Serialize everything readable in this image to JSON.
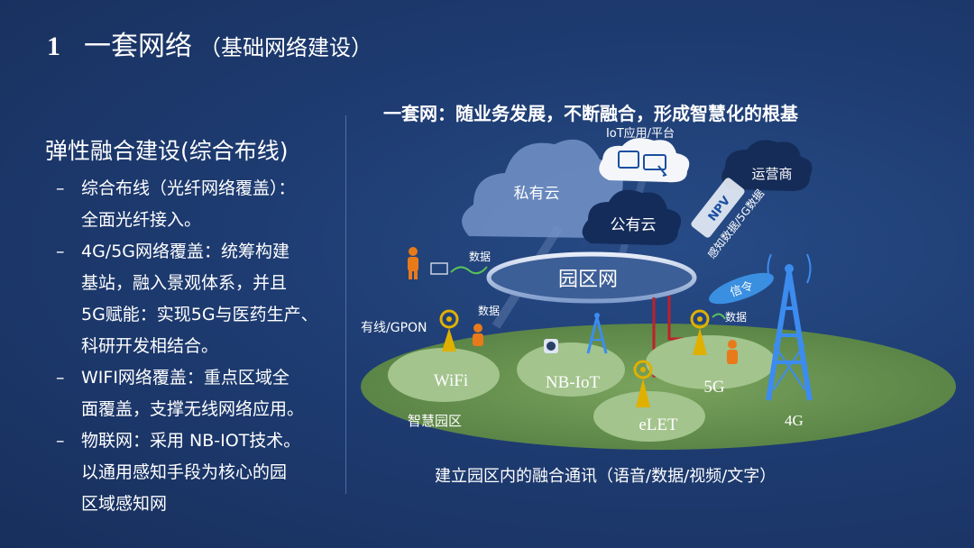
{
  "slide": {
    "number": "1",
    "title": "一套网络",
    "subtitle": "（基础网络建设）"
  },
  "left": {
    "heading": "弹性融合建设(综合布线)",
    "bullets": [
      {
        "dash": "–",
        "lines": [
          "综合布线（光纤网络覆盖）：",
          "全面光纤接入。"
        ]
      },
      {
        "dash": "–",
        "lines": [
          "4G/5G网络覆盖：统筹构建",
          "基站，融入景观体系，并且",
          "5G赋能：实现5G与医药生产、",
          "科研开发相结合。"
        ]
      },
      {
        "dash": "–",
        "lines": [
          "WIFI网络覆盖：重点区域全",
          "面覆盖，支撑无线网络应用。"
        ]
      },
      {
        "dash": "–",
        "lines": [
          "物联网：采用 NB-IOT技术。",
          "以通用感知手段为核心的园",
          "区域感知网"
        ]
      }
    ]
  },
  "diagram": {
    "title": "一套网：随业务发展，不断融合，形成智慧化的根基",
    "caption": "建立园区内的融合通讯（语音/数据/视频/文字）",
    "clouds": {
      "private": "私有云",
      "public": "公有云",
      "iot_platform": "IoT应用/平台",
      "operator": "运营商"
    },
    "core": "园区网",
    "zones": {
      "wifi": "WiFi",
      "nbiot": "NB-IoT",
      "elet": "eLET",
      "fiveg": "5G",
      "fourg": "4G",
      "park": "智慧园区"
    },
    "labels": {
      "data1": "数据",
      "data2": "数据",
      "data3": "数据",
      "wired": "有线/GPON",
      "sensing": "感知数据/5G数据",
      "signal": "信令",
      "npv": "NPV"
    },
    "colors": {
      "ground": "#5e8b4a",
      "zone": "#9fc08a",
      "cloud_light": "#6d8fc4",
      "cloud_dark": "#16305f",
      "tower": "#3c8cf0",
      "antenna": "#e0b000",
      "link_red": "#c0202a"
    }
  }
}
